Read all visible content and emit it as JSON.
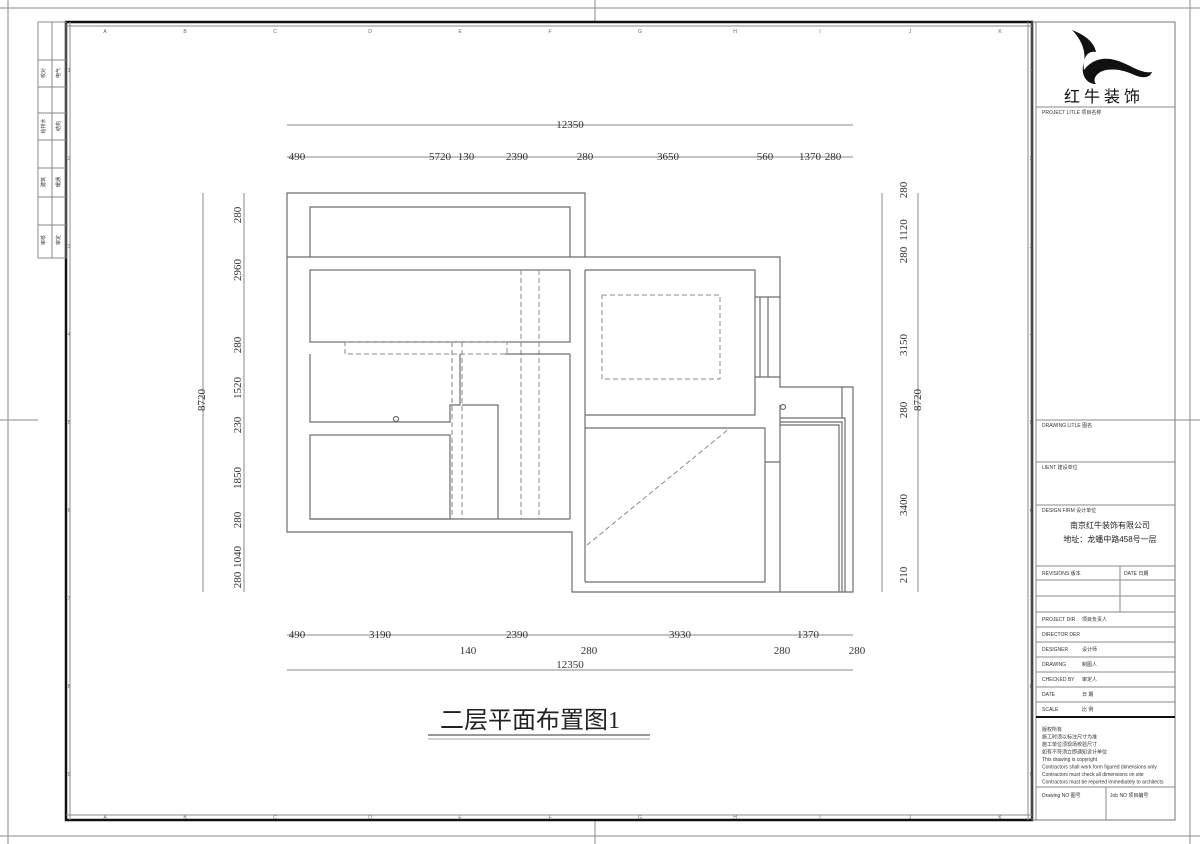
{
  "drawing_title": "二层平面布置图1",
  "grid_columns": [
    "A",
    "B",
    "C",
    "D",
    "E",
    "F",
    "G",
    "H",
    "I",
    "J",
    "K"
  ],
  "grid_rows": [
    "1",
    "2",
    "3",
    "4",
    "5",
    "6",
    "7",
    "8",
    "9"
  ],
  "left_strip": [
    "校对",
    "电气",
    "给排水",
    "结构",
    "建筑",
    "暖通",
    "审核",
    "审定"
  ],
  "dimensions": {
    "top_total": "12350",
    "top_segments": [
      "490",
      "5720",
      "130",
      "2390",
      "280",
      "3650",
      "560",
      "1370",
      "280"
    ],
    "bottom_total": "12350",
    "bottom_segments": [
      "490",
      "3190",
      "140",
      "2390",
      "280",
      "3930",
      "280",
      "1370",
      "280"
    ],
    "left_total": "8720",
    "left_segments": [
      "280",
      "2960",
      "280",
      "1520",
      "230",
      "1850",
      "280",
      "1040",
      "280"
    ],
    "right_total": "8720",
    "right_segments": [
      "280",
      "1120",
      "280",
      "3150",
      "280",
      "3400",
      "210"
    ]
  },
  "title_block": {
    "logo_text": "红牛装饰",
    "project_title": "PROJECT LITLE  项目名称",
    "drawing_title": "DRAWING LITLE  图名",
    "client": "LIENT  建设单位",
    "design_firm": "DESIGN FIRM  设计单位",
    "company_name": "南京红牛装饰有限公司",
    "company_address": "地址：龙蟠中路458号一层",
    "revisions": "REVISIONS  版本",
    "date_col": "DATE  日期",
    "rows": [
      {
        "label": "PROJECT DIR",
        "value": "项目负责人"
      },
      {
        "label": "DIRECTOR DER",
        "value": ""
      },
      {
        "label": "DESIGNER",
        "value": "设计师"
      },
      {
        "label": "DRAWING",
        "value": "制图人"
      },
      {
        "label": "CHECKED BY",
        "value": "审定人"
      },
      {
        "label": "DATE",
        "value": "日  期"
      },
      {
        "label": "SCALE",
        "value": "比  例"
      }
    ],
    "notes": [
      "版权所有",
      "施工时须以标注尺寸为准",
      "施工单位须现场校验尺寸",
      "如有不符须立即通知设计单位",
      "This drawing is copyright",
      "Contractors shall work form figured dimensions only",
      "Contractors must check all dimensions on site",
      "Contractors must be reported immediately to architects"
    ],
    "drawing_no": "Drawing NO  图号",
    "job_no": "Job NO  项目编号"
  }
}
